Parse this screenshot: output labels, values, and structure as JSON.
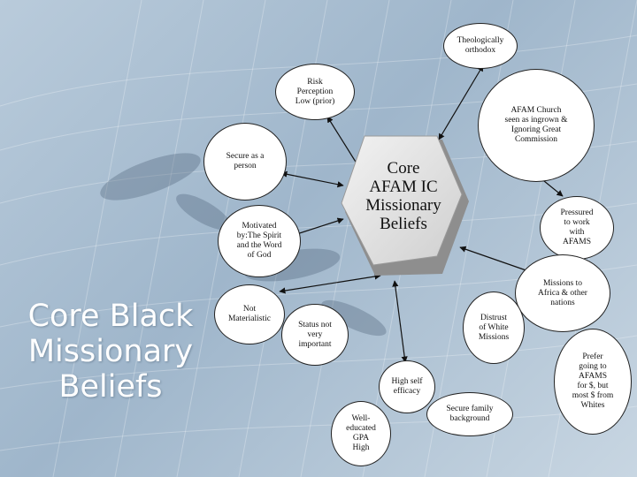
{
  "slide": {
    "side_title_lines": [
      "Core Black",
      "Missionary",
      "Beliefs"
    ],
    "core_label": "Core\nAFAM IC\nMissionary\nBeliefs",
    "nodes": [
      {
        "id": "theologically-orthodox",
        "text": "Theologically\northodox"
      },
      {
        "id": "risk-perception",
        "text": "Risk\nPerception\nLow (prior)"
      },
      {
        "id": "afam-church",
        "text": "AFAM Church\nseen as ingrown &\nIgnoring Great\nCommission"
      },
      {
        "id": "secure-as-person",
        "text": "Secure as a\nperson"
      },
      {
        "id": "pressured-afams",
        "text": "Pressured\nto work\nwith\nAFAMS"
      },
      {
        "id": "motivated-spirit",
        "text": "Motivated\nby:The Spirit\nand the Word\nof God"
      },
      {
        "id": "missions-africa",
        "text": "Missions to\nAfrica & other\nnations"
      },
      {
        "id": "not-materialistic",
        "text": "Not\nMaterialistic"
      },
      {
        "id": "status-not-important",
        "text": "Status not\nvery\nimportant"
      },
      {
        "id": "distrust-white-missions",
        "text": "Distrust\nof White\nMissions"
      },
      {
        "id": "prefer-afams",
        "text": "Prefer\ngoing to\nAFAMS\nfor $, but\nmost $ from\nWhites"
      },
      {
        "id": "high-self-efficacy",
        "text": "High self\nefficacy"
      },
      {
        "id": "secure-family",
        "text": "Secure family\nbackground"
      },
      {
        "id": "well-educated",
        "text": "Well-\neducated\nGPA\nHigh"
      }
    ]
  }
}
